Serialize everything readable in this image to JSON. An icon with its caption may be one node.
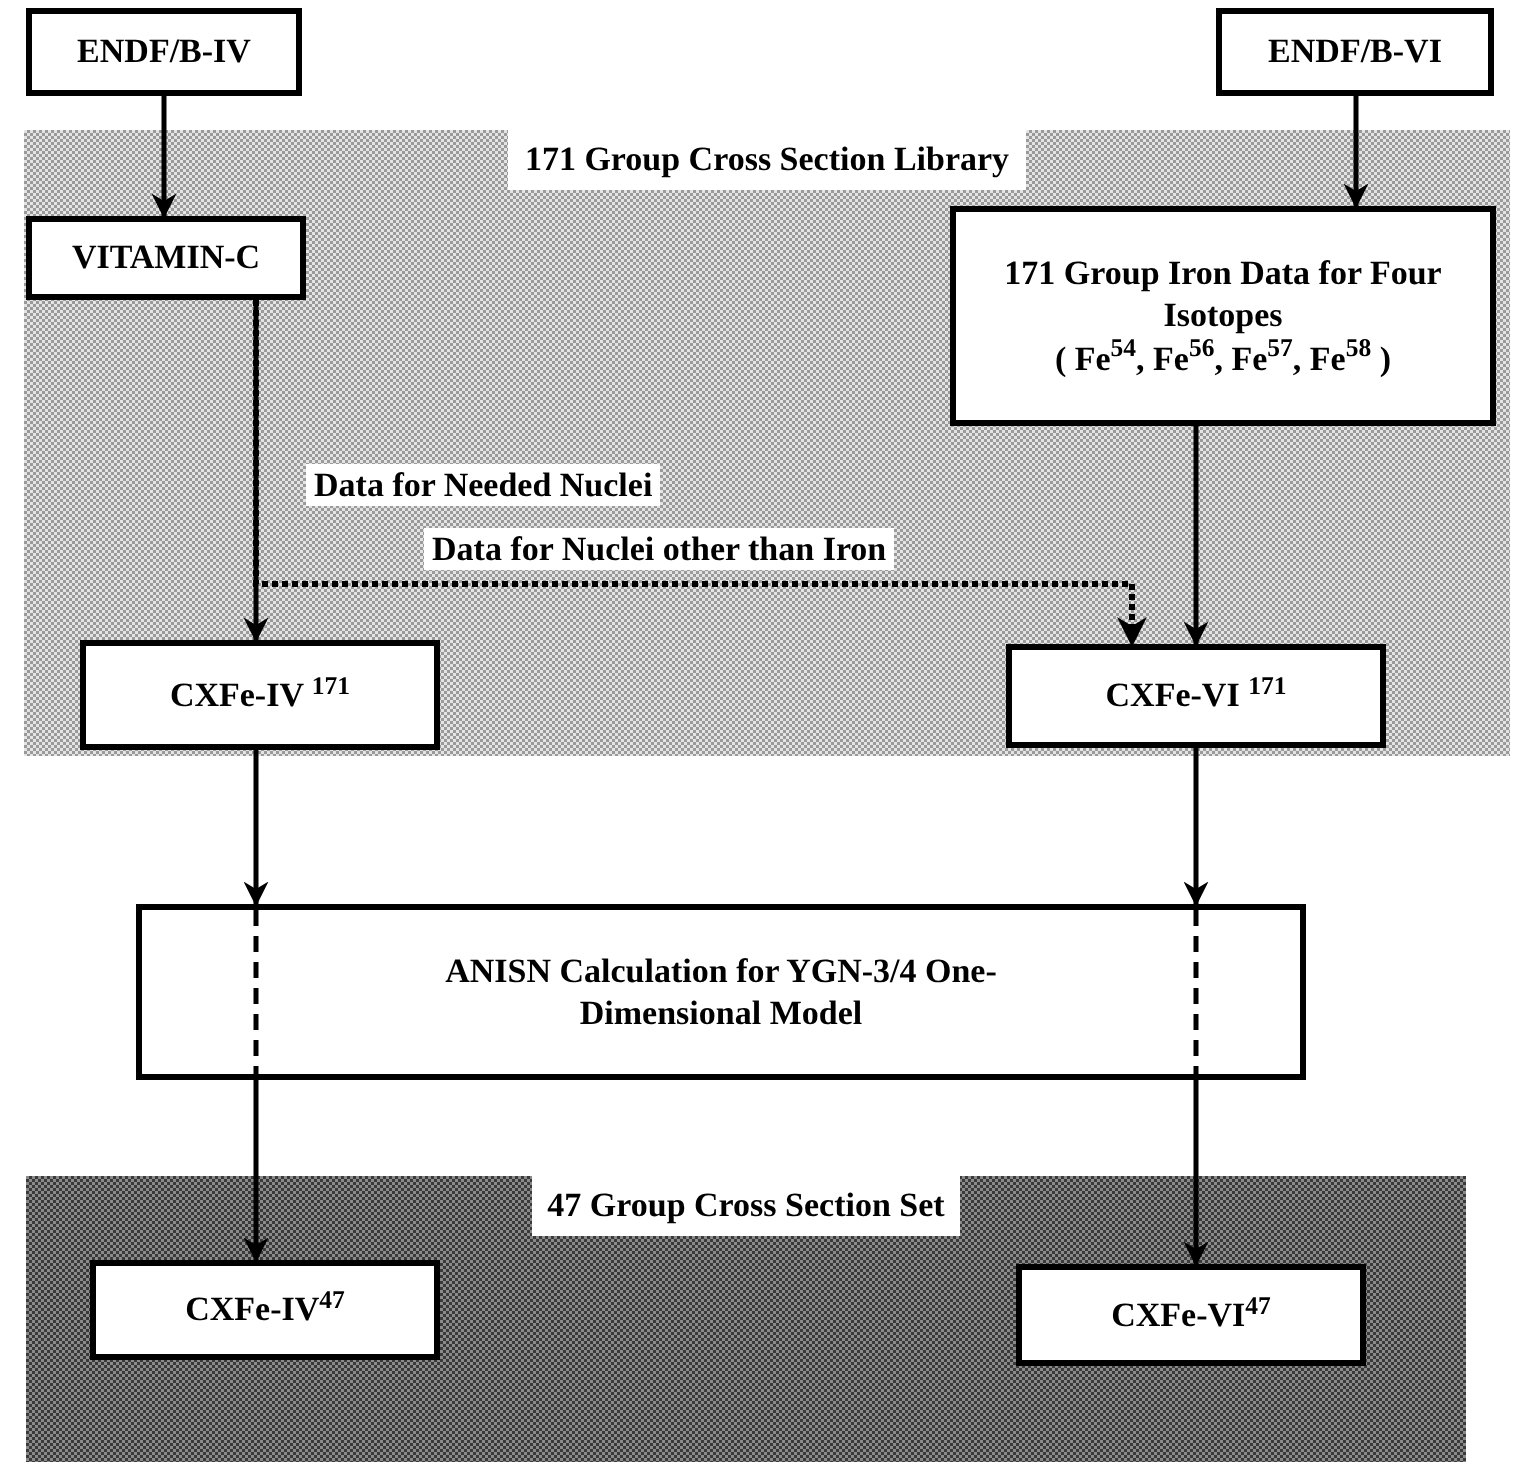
{
  "diagram": {
    "nodes": [
      {
        "text": [
          "ENDF/B-IV"
        ]
      },
      {
        "text": [
          "ENDF/B-VI"
        ]
      },
      {
        "text": [
          "171 Group Cross Section Library"
        ]
      },
      {
        "text": [
          "VITAMIN-C"
        ],
        "in": 2
      },
      {
        "text": [
          "171 Group Iron Data for Four Isotopes",
          "( Fe$^{54}$, Fe$^{56}$, Fe$^{57}$, Fe$^{58}$ )"
        ],
        "in": 2
      },
      {
        "text": [
          "CXFe-IV $^{171}$"
        ],
        "in": 2
      },
      {
        "text": [
          "CXFe-VI $^{171}$"
        ],
        "in": 2
      },
      {
        "text": [
          "ANISN Calculation for YGN-3/4 One-Dimensional Model"
        ]
      },
      {
        "text": [
          "47 Group Cross Section Set"
        ]
      },
      {
        "text": [
          "CXFe-IV$^{47}$"
        ],
        "in": 8
      },
      {
        "text": [
          "CXFe-VI$^{47}$"
        ],
        "in": 8
      }
    ],
    "edges": [
      {
        "from": 0,
        "to": 3,
        "arrow": "to"
      },
      {
        "from": 1,
        "to": 4,
        "arrow": "to"
      },
      {
        "from": 3,
        "to": 5,
        "arrow": "to",
        "label": "Data for Needed Nuclei"
      },
      {
        "from": 3,
        "to": 6,
        "arrow": "to",
        "label": "Data for Nuclei other than Iron",
        "style": "dashed"
      },
      {
        "from": 4,
        "to": 6,
        "arrow": "to"
      },
      {
        "from": 5,
        "to": 7,
        "arrow": "to"
      },
      {
        "from": 6,
        "to": 7,
        "arrow": "to"
      },
      {
        "from": 7,
        "to": 9,
        "arrow": "to"
      },
      {
        "from": 7,
        "to": 10,
        "arrow": "to"
      }
    ]
  }
}
